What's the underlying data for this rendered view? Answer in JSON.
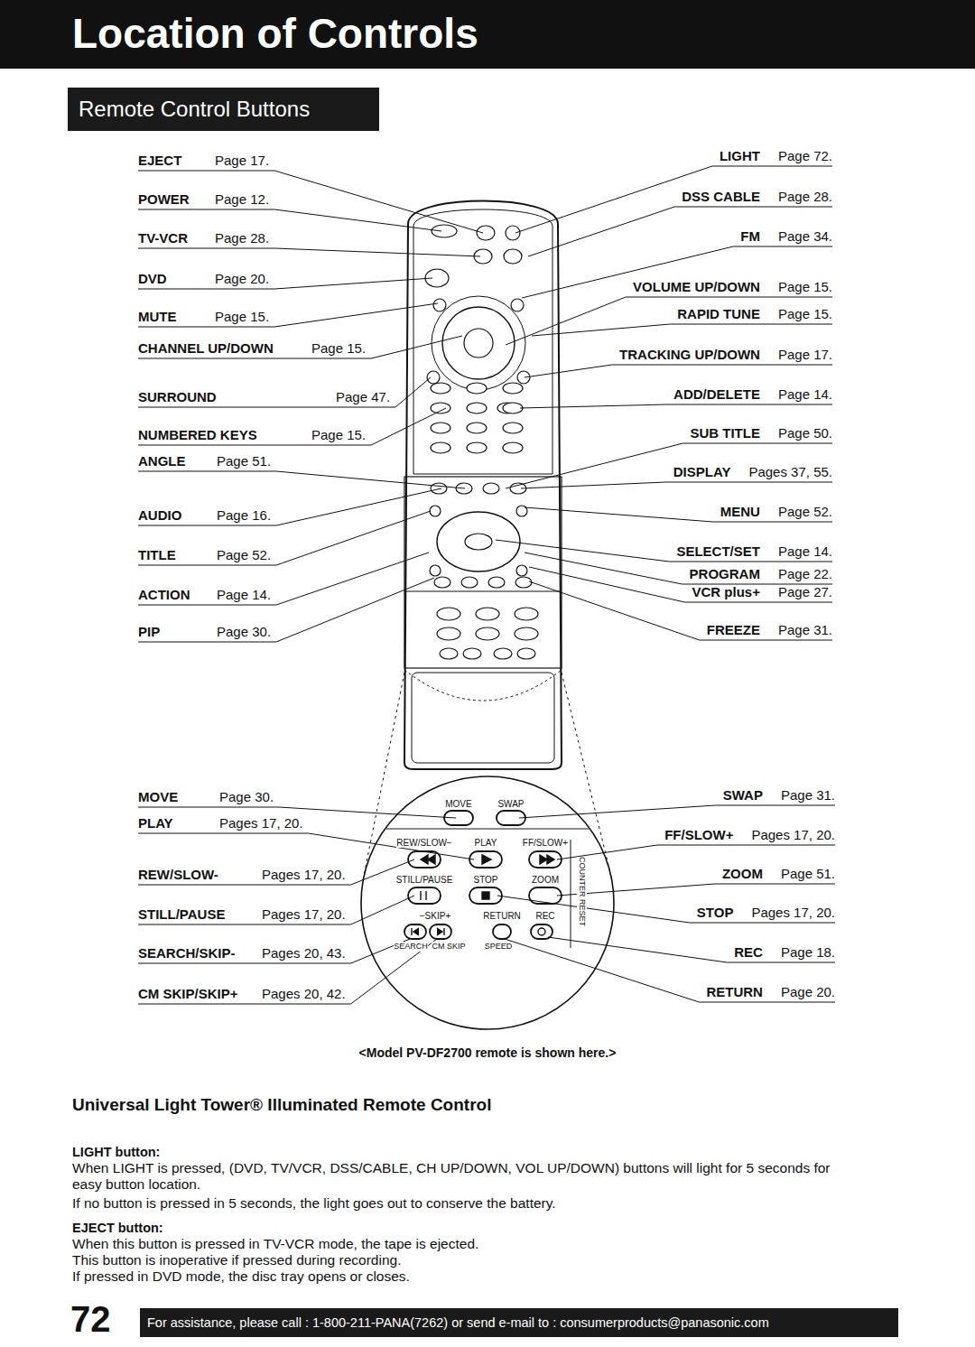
{
  "diagram": {
    "title": "Location of Controls",
    "caption": "<Model PV-DF2700 remote is shown here.>",
    "nodes": [
      {
        "text": [
          "Remote Control Buttons"
        ]
      },
      {
        "text": [
          "For assistance, please call : 1-800-211-PANA(7262) or send e-mail to : consumerproducts@panasonic.com"
        ]
      }
    ],
    "edges": [],
    "labels": [
      "EJECT",
      "Page 17.",
      "POWER",
      "Page 12.",
      "TV-VCR",
      "Page 28.",
      "DVD",
      "Page 20.",
      "MUTE",
      "Page 15.",
      "CHANNEL UP/DOWN",
      "Page 15.",
      "SURROUND",
      "Page 47.",
      "NUMBERED KEYS",
      "Page 15.",
      "ANGLE",
      "Page 51.",
      "AUDIO",
      "Page 16.",
      "TITLE",
      "Page 52.",
      "ACTION",
      "Page 14.",
      "PIP",
      "Page 30.",
      "LIGHT",
      "Page 72.",
      "DSS CABLE",
      "Page 28.",
      "FM",
      "Page 34.",
      "VOLUME UP/DOWN",
      "Page 15.",
      "RAPID TUNE",
      "Page 15.",
      "TRACKING UP/DOWN",
      "Page 17.",
      "ADD/DELETE",
      "Page 14.",
      "SUB TITLE",
      "Page 50.",
      "DISPLAY",
      "Pages 37, 55.",
      "MENU",
      "Page 52.",
      "SELECT/SET",
      "Page 14.",
      "PROGRAM",
      "Page 22.",
      "VCR plus+",
      "Page 27.",
      "FREEZE",
      "Page 31.",
      "MOVE",
      "Page 30.",
      "PLAY",
      "Pages 17, 20.",
      "REW/SLOW-",
      "Pages 17, 20.",
      "STILL/PAUSE",
      "Pages 17, 20.",
      "SEARCH/SKIP-",
      "Pages 20, 43.",
      "CM SKIP/SKIP+",
      "Pages 20, 42.",
      "SWAP",
      "Page 31.",
      "FF/SLOW+",
      "Pages 17, 20.",
      "ZOOM",
      "Page 51.",
      "STOP",
      "Pages 17, 20.",
      "REC",
      "Page 18.",
      "RETURN",
      "Page 20.",
      "MOVE",
      "SWAP",
      "REW/SLOW−",
      "PLAY",
      "FF/SLOW+",
      "STILL/PAUSE",
      "STOP",
      "ZOOM",
      "−SKIP+",
      "RETURN",
      "REC",
      "SEARCH",
      "CM SKIP",
      "SPEED",
      "COUNTER RESET",
      "Universal Light Tower® Illuminated Remote Control",
      "LIGHT button:",
      "When LIGHT is pressed, (DVD, TV/VCR, DSS/CABLE, CH UP/DOWN, VOL UP/DOWN) buttons will light for 5 seconds for easy button location.",
      "If no button is pressed in 5 seconds, the light goes out to conserve the battery.",
      "EJECT button:",
      "When this button is pressed in TV-VCR mode, the tape is ejected.",
      "This button is inoperative if pressed during recording.",
      "If pressed in DVD mode, the disc tray opens or closes.",
      "72"
    ]
  }
}
